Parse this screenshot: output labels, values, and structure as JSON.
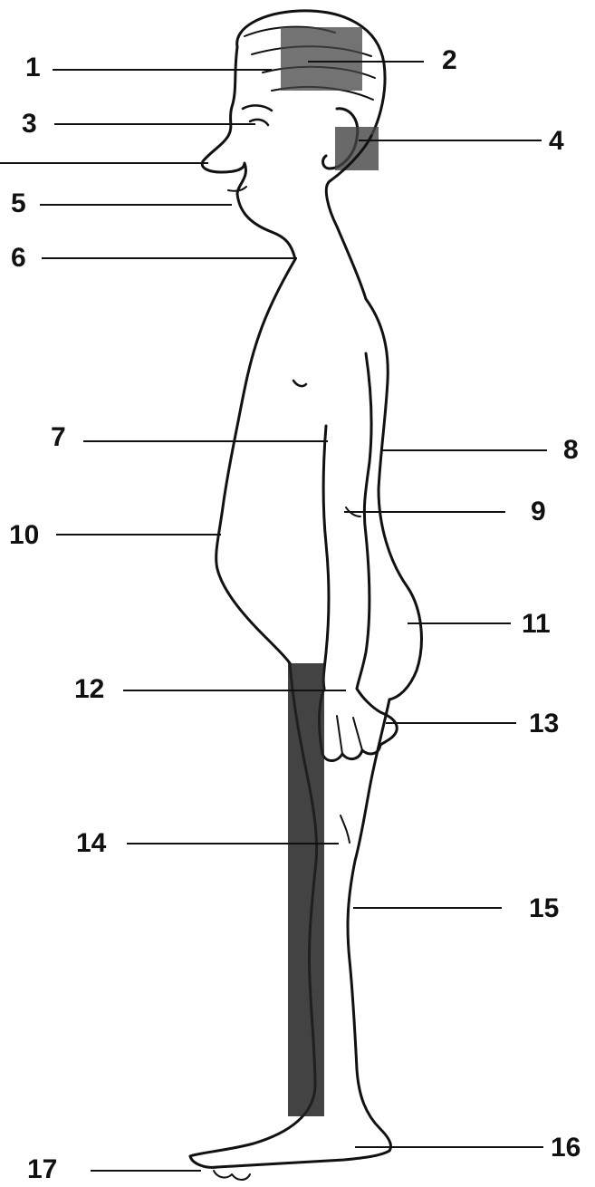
{
  "labels": [
    {
      "id": "1",
      "text": "1"
    },
    {
      "id": "2",
      "text": "2"
    },
    {
      "id": "3",
      "text": "3"
    },
    {
      "id": "4",
      "text": "4"
    },
    {
      "id": "5",
      "text": "5"
    },
    {
      "id": "6",
      "text": "6"
    },
    {
      "id": "7",
      "text": "7"
    },
    {
      "id": "8",
      "text": "8"
    },
    {
      "id": "9",
      "text": "9"
    },
    {
      "id": "10",
      "text": "10"
    },
    {
      "id": "11",
      "text": "11"
    },
    {
      "id": "12",
      "text": "12"
    },
    {
      "id": "13",
      "text": "13"
    },
    {
      "id": "14",
      "text": "14"
    },
    {
      "id": "15",
      "text": "15"
    },
    {
      "id": "16",
      "text": "16"
    },
    {
      "id": "17",
      "text": "17"
    }
  ],
  "colors": {
    "ink": "#111111",
    "hair": "#444444",
    "background": "#ffffff"
  }
}
